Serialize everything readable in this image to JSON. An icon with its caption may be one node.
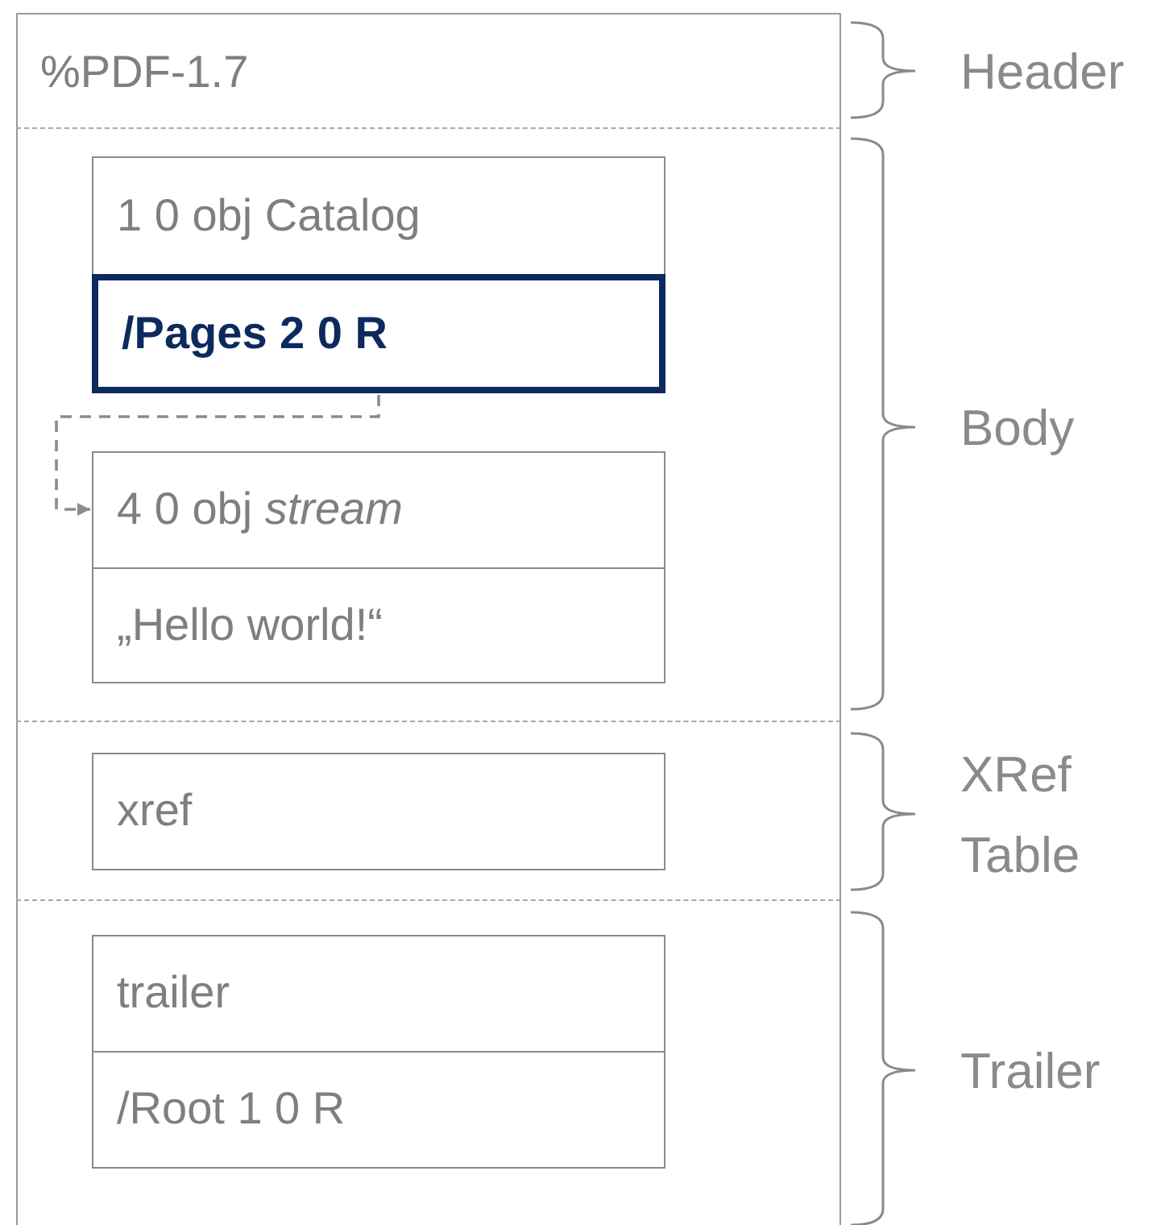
{
  "diagram": {
    "nodes": [
      {
        "text": [
          "%PDF-1.7"
        ],
        "beside": [
          "Header"
        ]
      },
      {
        "text": [],
        "shape": "box",
        "beside": [
          "Body"
        ]
      },
      {
        "text": [
          "1 0 obj Catalog"
        ],
        "in": 1
      },
      {
        "text": [
          "/Pages 2 0 R"
        ],
        "in": 1
      },
      {
        "text": [
          "4 0 obj *stream*"
        ],
        "in": 1
      },
      {
        "text": [
          "„Hello world!“"
        ],
        "in": 1
      },
      {
        "text": [],
        "shape": "box",
        "beside": [
          "XRef Table"
        ]
      },
      {
        "text": [
          "xref"
        ],
        "in": 6
      },
      {
        "text": [],
        "shape": "box",
        "beside": [
          "Trailer"
        ]
      },
      {
        "text": [
          "trailer"
        ],
        "in": 8
      },
      {
        "text": [
          "/Root 1 0 R"
        ],
        "in": 8
      }
    ],
    "edges": [
      {
        "from": 3,
        "to": 4,
        "arrow": "to",
        "style": "dashed",
        "color": "#8c8c8c"
      }
    ]
  }
}
